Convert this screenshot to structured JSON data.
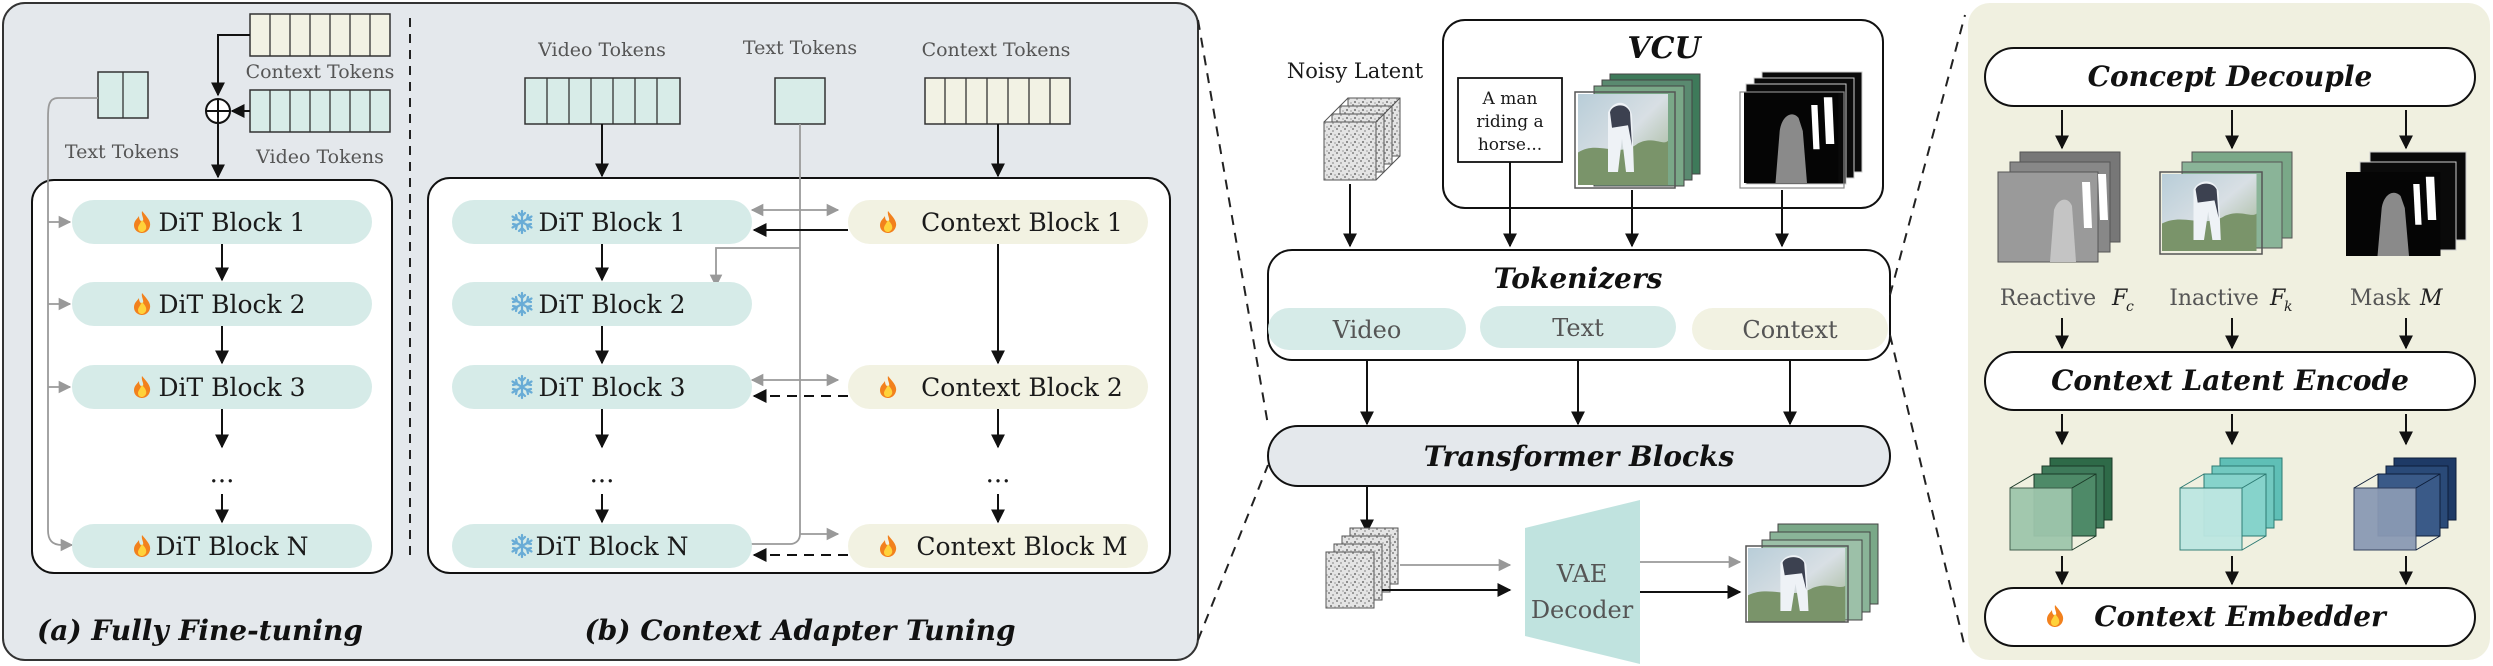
{
  "panel_a": {
    "caption": "(a) Fully Fine-tuning",
    "context_tokens": "Context Tokens",
    "video_tokens": "Video Tokens",
    "text_tokens": "Text Tokens",
    "blocks": [
      "DiT Block 1",
      "DiT Block 2",
      "DiT Block 3",
      "DiT Block N"
    ],
    "dots": "..."
  },
  "panel_b": {
    "caption": "(b) Context Adapter Tuning",
    "video_tokens": "Video Tokens",
    "text_tokens": "Text Tokens",
    "context_tokens": "Context Tokens",
    "dit_blocks": [
      "DiT Block 1",
      "DiT Block 2",
      "DiT Block 3",
      "DiT Block N"
    ],
    "context_blocks": [
      "Context Block 1",
      "Context Block 2",
      "Context Block M"
    ],
    "dots": "..."
  },
  "middle": {
    "noisy_latent": "Noisy Latent",
    "vcu": "VCU",
    "prompt_lines": [
      "A man",
      "riding a",
      "horse..."
    ],
    "tokenizers": "Tokenizers",
    "tok_video": "Video",
    "tok_text": "Text",
    "tok_context": "Context",
    "transformer_blocks": "Transformer Blocks",
    "vae_lines": [
      "VAE",
      "Decoder"
    ]
  },
  "right": {
    "concept_decouple": "Concept Decouple",
    "reactive": "Reactive",
    "reactive_sym": "F",
    "reactive_sub": "c",
    "inactive": "Inactive",
    "inactive_sym": "F",
    "inactive_sub": "k",
    "mask": "Mask",
    "mask_sym": "M",
    "context_latent_encode": "Context Latent Encode",
    "context_embedder": "Context Embedder"
  },
  "colors": {
    "panel_bg": "#e4e8ec",
    "right_bg": "#f0f0e0",
    "dit_fill": "#d6ebe8",
    "context_fill": "#f2f2e2",
    "video_token_fill": "#d8ece8",
    "context_token_fill": "#f2f2e4",
    "cube_dark_green": "#3e7a5a",
    "cube_teal": "#7fcfc8",
    "cube_navy": "#2a4a78"
  },
  "icons": [
    "fire-icon",
    "snowflake-icon",
    "plus-circle-icon"
  ]
}
